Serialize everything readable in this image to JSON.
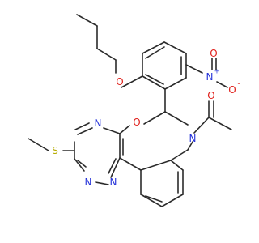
{
  "atom_colors": {
    "C": "#2b2b2b",
    "O": "#e0201b",
    "N": "#2633d9",
    "S": "#b6ab00"
  },
  "atoms": {
    "o_ether": "O",
    "n_nitro": "N",
    "n_nitro_charge": "+",
    "o_nitro_top": "O",
    "o_nitro_bottom": "O",
    "o_nitro_charge": "-",
    "o_ring": "O",
    "o_carbonyl": "O",
    "n_ring_top": "N",
    "n_ring_bottom_left": "N",
    "n_ring_bottom_right": "N",
    "n_amide": "N",
    "s_thio": "S"
  }
}
